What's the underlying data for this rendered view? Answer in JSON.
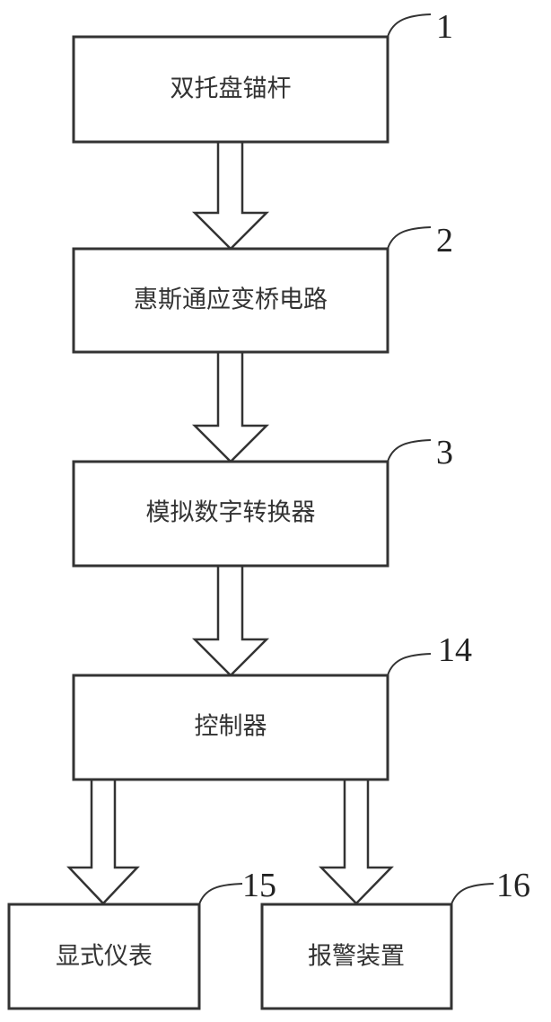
{
  "nodes": [
    {
      "id": "1",
      "label": "双托盘锚杆"
    },
    {
      "id": "2",
      "label": "惠斯通应变桥电路"
    },
    {
      "id": "3",
      "label": "模拟数字转换器"
    },
    {
      "id": "14",
      "label": "控制器"
    },
    {
      "id": "15",
      "label": "显式仪表"
    },
    {
      "id": "16",
      "label": "报警装置"
    }
  ],
  "edges": [
    {
      "from": "1",
      "to": "2"
    },
    {
      "from": "2",
      "to": "3"
    },
    {
      "from": "3",
      "to": "14"
    },
    {
      "from": "14",
      "to": "15"
    },
    {
      "from": "14",
      "to": "16"
    }
  ]
}
